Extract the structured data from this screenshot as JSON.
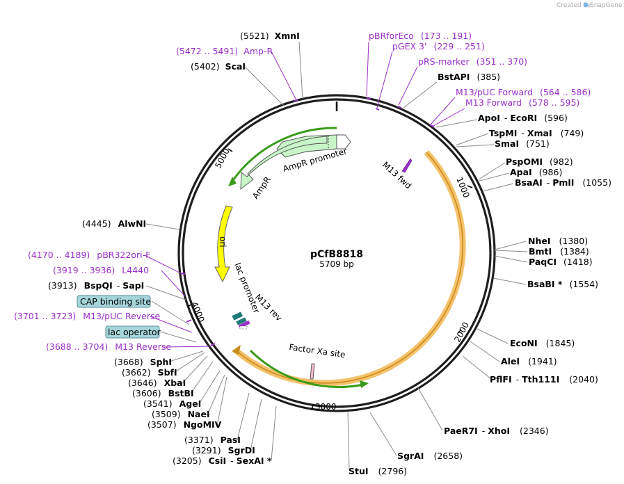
{
  "header": {
    "credit_prefix": "Created by",
    "credit_brand": "SnapGene"
  },
  "plasmid": {
    "name": "pCfB8818",
    "size": "5709 bp"
  },
  "ticks": {
    "t1000": "1000",
    "t2000": "2000",
    "t3000": "3000",
    "t4000": "4000",
    "t5000": "5000"
  },
  "features": {
    "ampr_promoter": "AmpR promoter",
    "ampr": "AmpR",
    "ori": "ori",
    "lac_promoter": "lac promoter",
    "m13_rev": "M13 rev",
    "m13_fwd": "M13 fwd",
    "factor_xa": "Factor Xa site"
  },
  "sites": {
    "xmni": {
      "name": "XmnI",
      "pos": "(5521)"
    },
    "amp_r": {
      "name": "Amp-R",
      "pos": "(5472 .. 5491)"
    },
    "scai": {
      "name": "ScaI",
      "pos": "(5402)"
    },
    "pbrforeco": {
      "name": "pBRforEco",
      "pos": "(173 .. 191)"
    },
    "pgex3": {
      "name": "pGEX 3'",
      "pos": "(229 .. 251)"
    },
    "prs_marker": {
      "name": "pRS-marker",
      "pos": "(351 .. 370)"
    },
    "bstapi": {
      "name": "BstAPI",
      "pos": "(385)"
    },
    "m13puc_fwd": {
      "name": "M13/pUC Forward",
      "pos": "(564 .. 586)"
    },
    "m13_forward": {
      "name": "M13 Forward",
      "pos": "(578 .. 595)"
    },
    "apoi_ecori": {
      "name1": "ApoI",
      "sep": "-",
      "name2": "EcoRI",
      "pos": "(596)"
    },
    "tspmi_xmai": {
      "name1": "TspMI",
      "sep": "-",
      "name2": "XmaI",
      "pos": "(749)"
    },
    "smai": {
      "name": "SmaI",
      "pos": "(751)"
    },
    "pspomi": {
      "name": "PspOMI",
      "pos": "(982)"
    },
    "apai": {
      "name": "ApaI",
      "pos": "(986)"
    },
    "bsaai_pmli": {
      "name1": "BsaAI",
      "sep": "-",
      "name2": "PmlI",
      "pos": "(1055)"
    },
    "nhei": {
      "name": "NheI",
      "pos": "(1380)"
    },
    "bmti": {
      "name": "BmtI",
      "pos": "(1384)"
    },
    "paqci": {
      "name": "PaqCI",
      "pos": "(1418)"
    },
    "bsabi": {
      "name": "BsaBI *",
      "pos": "(1554)"
    },
    "econi": {
      "name": "EcoNI",
      "pos": "(1845)"
    },
    "alei": {
      "name": "AleI",
      "pos": "(1941)"
    },
    "pflfi_tth": {
      "name1": "PflFI",
      "sep": "-",
      "name2": "Tth111I",
      "pos": "(2040)"
    },
    "paer7i_xhoi": {
      "name1": "PaeR7I",
      "sep": "-",
      "name2": "XhoI",
      "pos": "(2346)"
    },
    "sgrai": {
      "name": "SgrAI",
      "pos": "(2658)"
    },
    "stui": {
      "name": "StuI",
      "pos": "(2796)"
    },
    "alwni": {
      "name": "AlwNI",
      "pos": "(4445)"
    },
    "pbr322ori_f": {
      "name": "pBR322ori-F",
      "pos": "(4170 .. 4189)"
    },
    "l4440": {
      "name": "L4440",
      "pos": "(3919 .. 3936)"
    },
    "bspqi_sapi": {
      "name1": "BspQI",
      "sep": "-",
      "name2": "SapI",
      "pos": "(3913)"
    },
    "cap_site": {
      "name": "CAP binding site"
    },
    "m13puc_rev": {
      "name": "M13/pUC Reverse",
      "pos": "(3701 .. 3723)"
    },
    "lac_operator": {
      "name": "lac operator"
    },
    "m13_reverse": {
      "name": "M13 Reverse",
      "pos": "(3688 .. 3704)"
    },
    "sphi": {
      "name": "SphI",
      "pos": "(3668)"
    },
    "sbfi": {
      "name": "SbfI",
      "pos": "(3662)"
    },
    "xbai": {
      "name": "XbaI",
      "pos": "(3646)"
    },
    "bstbi": {
      "name": "BstBI",
      "pos": "(3606)"
    },
    "agei": {
      "name": "AgeI",
      "pos": "(3541)"
    },
    "naei": {
      "name": "NaeI",
      "pos": "(3509)"
    },
    "ngomiv": {
      "name": "NgoMIV",
      "pos": "(3507)"
    },
    "pasi": {
      "name": "PasI",
      "pos": "(3371)"
    },
    "sgrdi": {
      "name": "SgrDI",
      "pos": "(3291)"
    },
    "csii_sexai": {
      "name1": "CsiI",
      "sep": "-",
      "name2": "SexAI *",
      "pos": "(3205)"
    }
  },
  "colors": {
    "primer": "#9b2fc8",
    "promoter": "#c8f5c8",
    "ori": "#ffff00",
    "orange_feature": "#f5c26b",
    "green_arrow": "#3a9b1a",
    "site_box": "#a6d5dc"
  }
}
